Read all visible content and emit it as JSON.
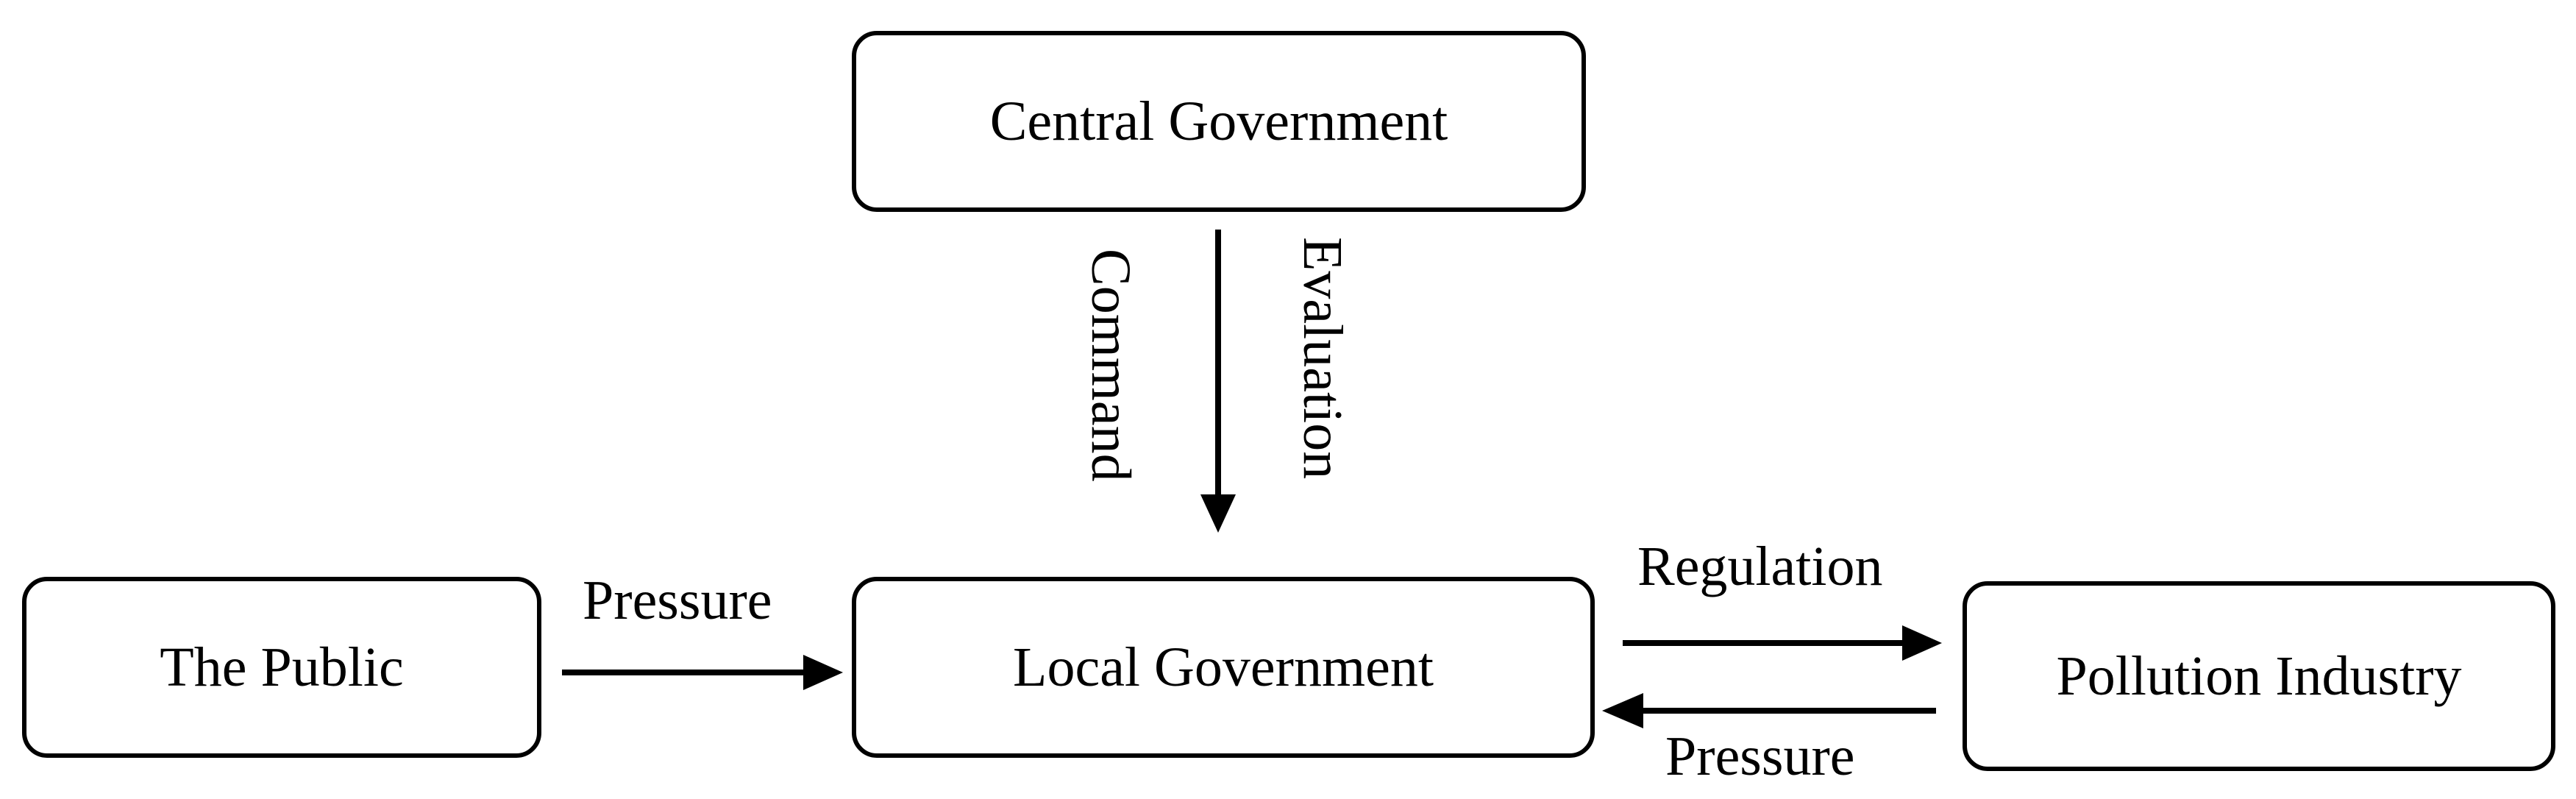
{
  "nodes": {
    "central": "Central Government",
    "public": "The Public",
    "local": "Local Government",
    "industry": "Pollution Industry"
  },
  "edges": {
    "central_to_local_left": "Command",
    "central_to_local_right": "Evaluation",
    "public_to_local": "Pressure",
    "local_to_industry": "Regulation",
    "industry_to_local": "Pressure"
  }
}
